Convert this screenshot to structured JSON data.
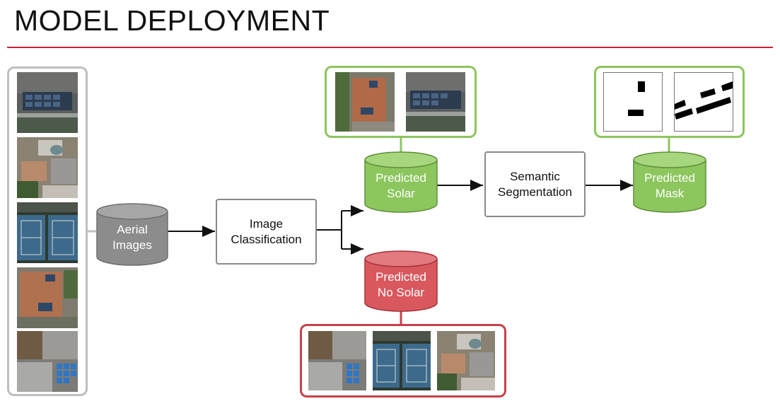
{
  "title": "MODEL DEPLOYMENT",
  "nodes": {
    "aerial_images": "Aerial\nImages",
    "image_classification": "Image\nClassification",
    "predicted_solar": "Predicted\nSolar",
    "predicted_no_solar": "Predicted\nNo Solar",
    "semantic_segmentation": "Semantic\nSegmentation",
    "predicted_mask": "Predicted\nMask"
  },
  "colors": {
    "accent_rule": "#c0272d",
    "gray_node": "#8c8c8c",
    "solar_green": "#8cc65d",
    "no_solar_red": "#d9585e",
    "mask_green": "#8cc65d"
  }
}
